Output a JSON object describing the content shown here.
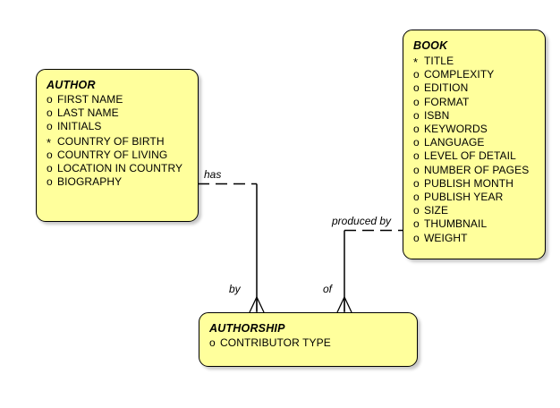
{
  "diagram": {
    "title": "Author / Book / Authorship entity relationship diagram",
    "notation": "barker-er",
    "colors": {
      "entity_fill": "#ffff9c",
      "entity_border": "#000000",
      "line": "#000000",
      "background": "#ffffff"
    }
  },
  "entities": [
    {
      "id": "author",
      "name": "AUTHOR",
      "attributes": [
        {
          "marker": "o",
          "label": "FIRST NAME"
        },
        {
          "marker": "o",
          "label": "LAST NAME"
        },
        {
          "marker": "o",
          "label": "INITIALS"
        },
        {
          "marker": "*",
          "label": "COUNTRY OF BIRTH"
        },
        {
          "marker": "o",
          "label": "COUNTRY OF LIVING"
        },
        {
          "marker": "o",
          "label": "LOCATION IN COUNTRY"
        },
        {
          "marker": "o",
          "label": "BIOGRAPHY"
        }
      ]
    },
    {
      "id": "book",
      "name": "BOOK",
      "attributes": [
        {
          "marker": "*",
          "label": "TITLE"
        },
        {
          "marker": "o",
          "label": "COMPLEXITY"
        },
        {
          "marker": "o",
          "label": "EDITION"
        },
        {
          "marker": "o",
          "label": "FORMAT"
        },
        {
          "marker": "o",
          "label": "ISBN"
        },
        {
          "marker": "o",
          "label": "KEYWORDS"
        },
        {
          "marker": "o",
          "label": "LANGUAGE"
        },
        {
          "marker": "o",
          "label": "LEVEL OF DETAIL"
        },
        {
          "marker": "o",
          "label": "NUMBER OF PAGES"
        },
        {
          "marker": "o",
          "label": "PUBLISH MONTH"
        },
        {
          "marker": "o",
          "label": "PUBLISH YEAR"
        },
        {
          "marker": "o",
          "label": "SIZE"
        },
        {
          "marker": "o",
          "label": "THUMBNAIL"
        },
        {
          "marker": "o",
          "label": "WEIGHT"
        }
      ]
    },
    {
      "id": "authorship",
      "name": "AUTHORSHIP",
      "attributes": [
        {
          "marker": "o",
          "label": "CONTRIBUTOR TYPE"
        }
      ]
    }
  ],
  "relationships": [
    {
      "id": "author-authorship",
      "from": "author",
      "to": "authorship",
      "from_label": "has",
      "to_label": "by"
    },
    {
      "id": "book-authorship",
      "from": "book",
      "to": "authorship",
      "from_label": "produced by",
      "to_label": "of"
    }
  ]
}
